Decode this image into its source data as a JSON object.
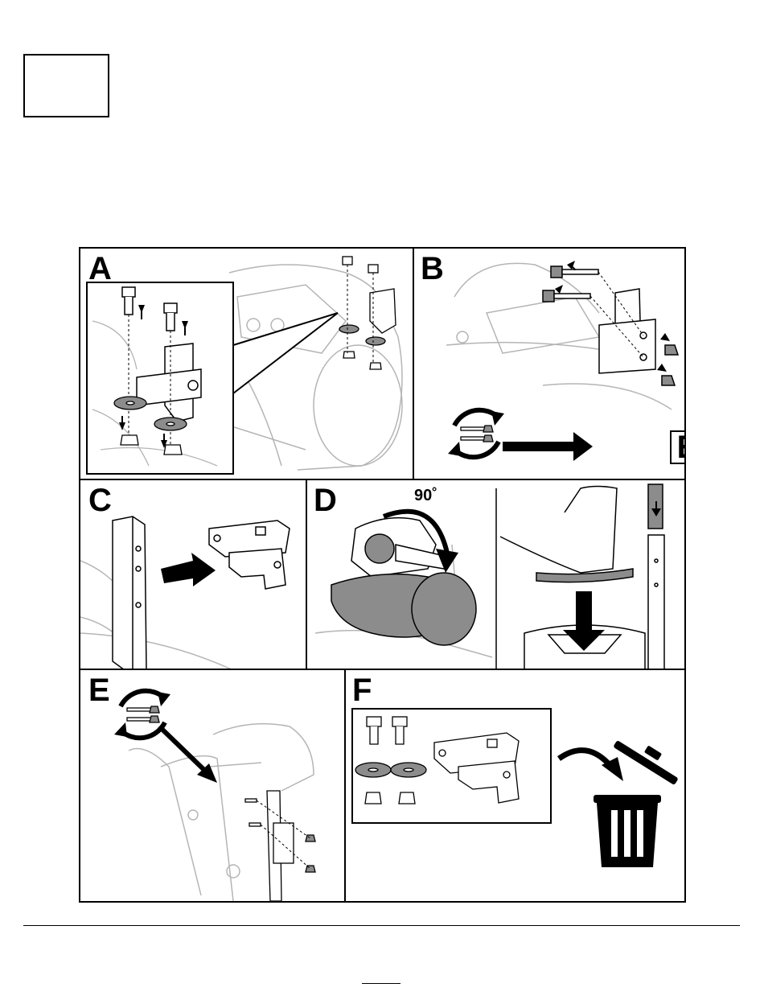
{
  "page": {
    "step_box_text": ""
  },
  "panels": [
    {
      "id": "A",
      "label": "A"
    },
    {
      "id": "B",
      "label": "B",
      "callout": "E"
    },
    {
      "id": "C",
      "label": "C"
    },
    {
      "id": "D",
      "label": "D",
      "rotation": "90˚"
    },
    {
      "id": "E",
      "label": "E"
    },
    {
      "id": "F",
      "label": "F"
    }
  ],
  "icons": {
    "rotate": "rotate-arrows-icon",
    "trash": "trash-can-icon"
  },
  "colors": {
    "line": "#000000",
    "ghost": "#b5b5b5",
    "washer": "#8c8c8c"
  }
}
